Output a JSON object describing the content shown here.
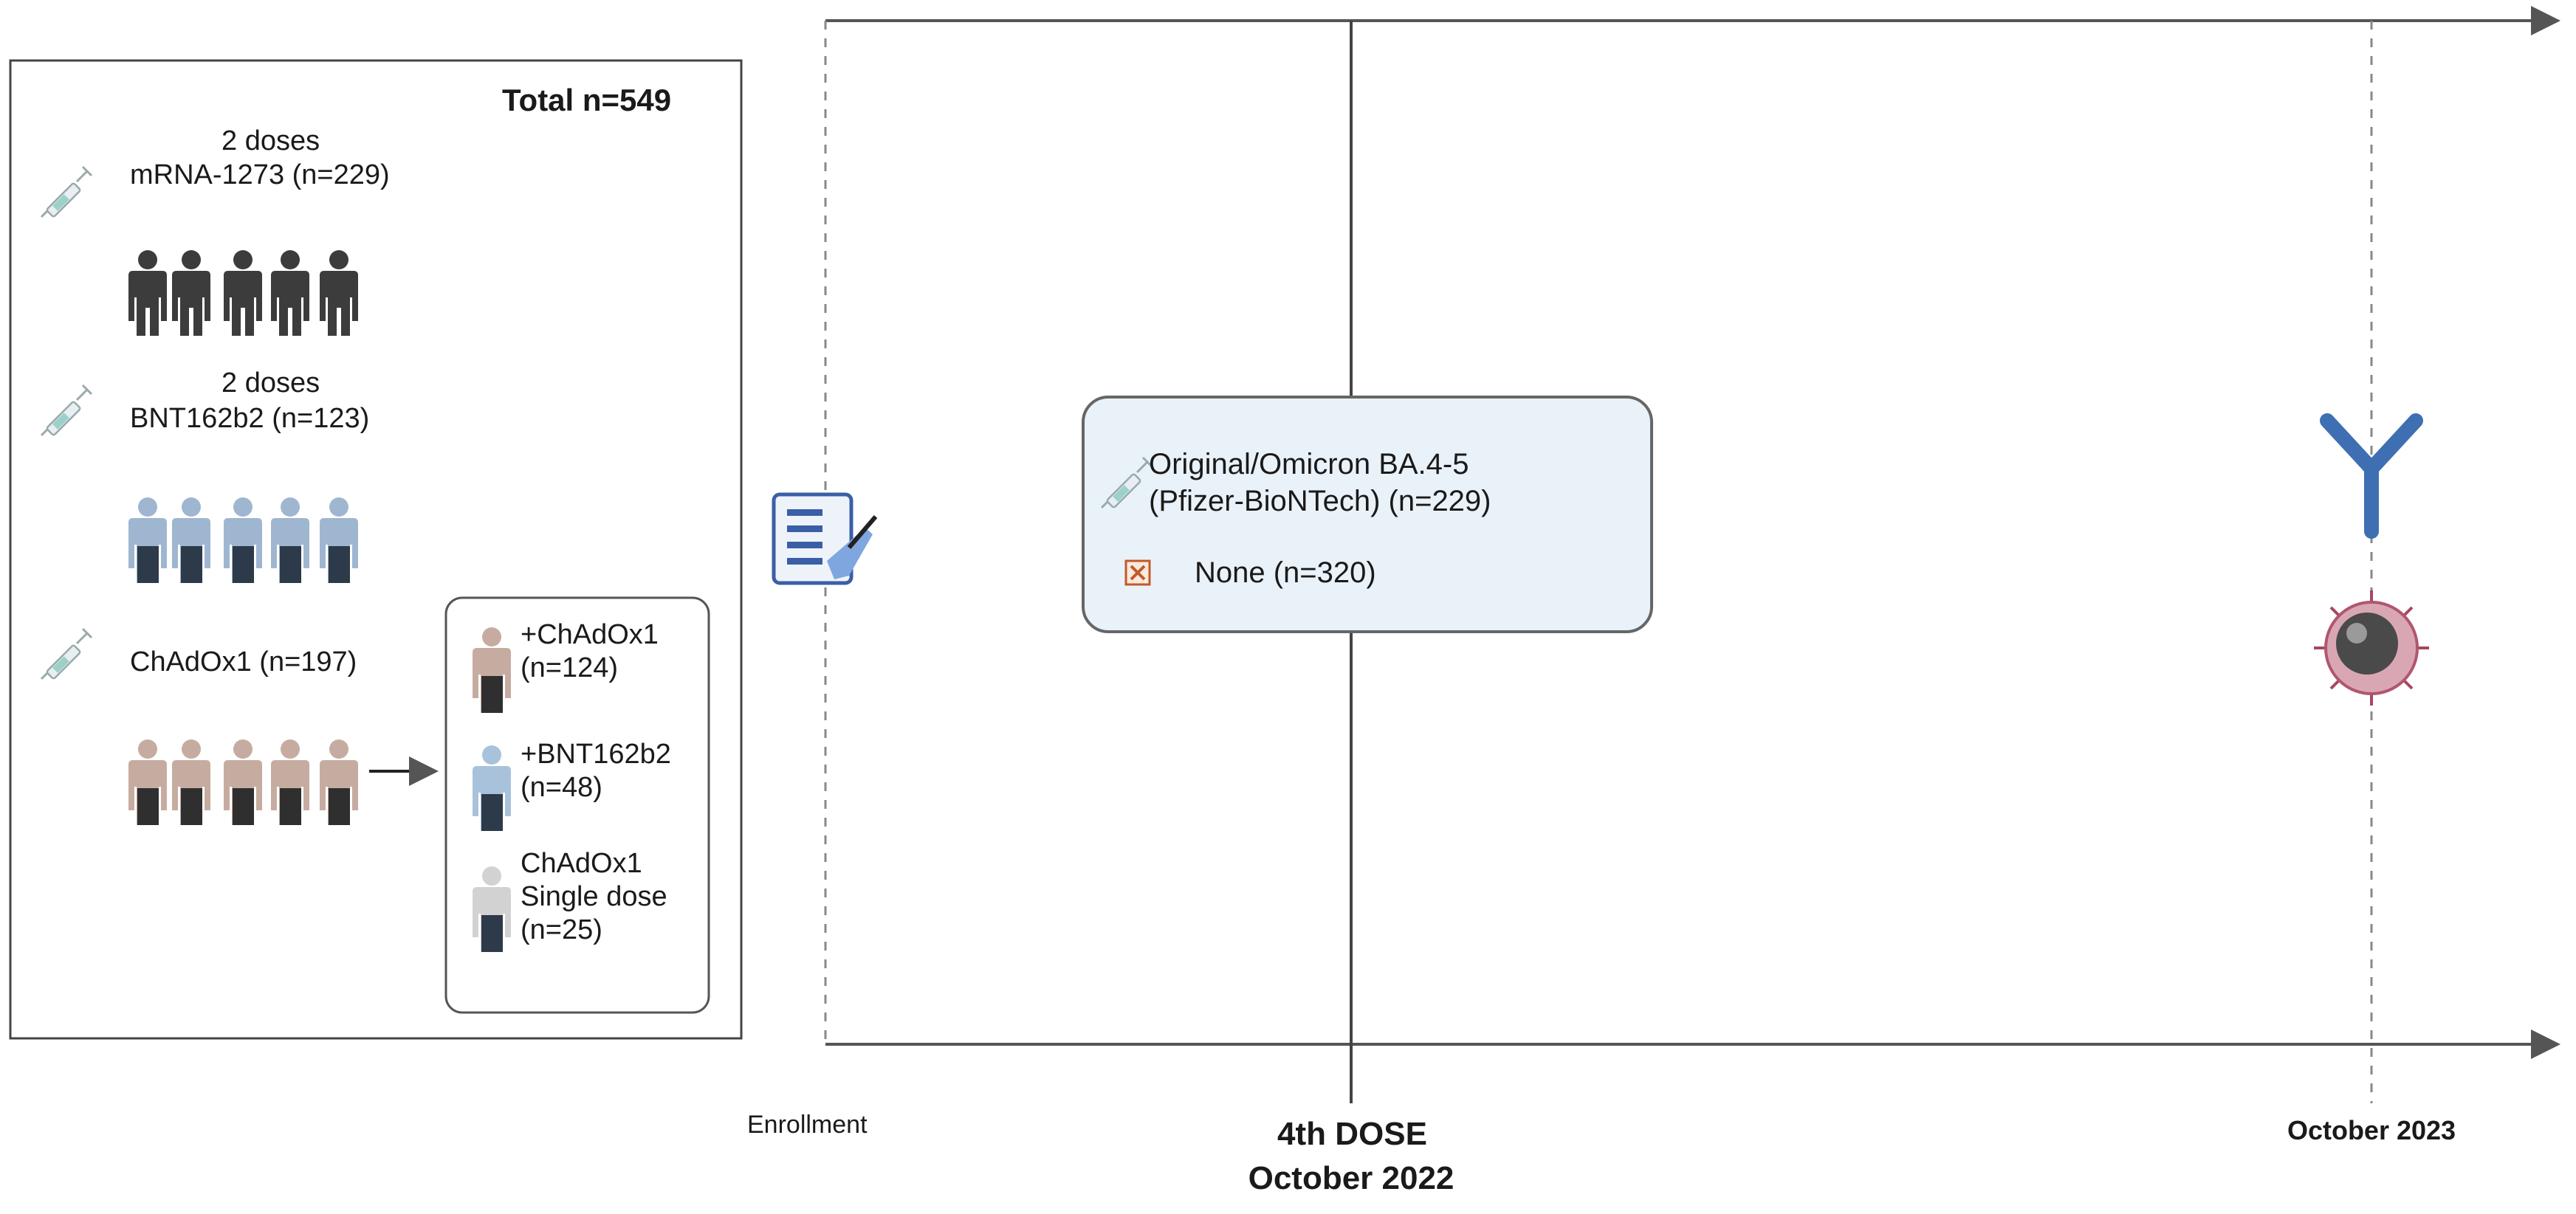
{
  "cohort_panel": {
    "total": "Total n=549",
    "groups": [
      {
        "doses": "2 doses",
        "vaccine": "mRNA-1273 (n=229)",
        "figure_color": "#3c3c3c"
      },
      {
        "doses": "2 doses",
        "vaccine": "BNT162b2 (n=123)",
        "figure_color": "#9fb6d0"
      },
      {
        "doses": "",
        "vaccine": "ChAdOx1 (n=197)",
        "figure_color": "#c6aca0"
      }
    ],
    "subgroups": [
      {
        "lines": [
          "+ChAdOx1",
          "(n=124)"
        ],
        "figure_color": "#c6aca0"
      },
      {
        "lines": [
          "+BNT162b2",
          "(n=48)"
        ],
        "figure_color": "#a9c2dc"
      },
      {
        "lines": [
          "ChAdOx1",
          "Single dose",
          "(n=25)"
        ],
        "figure_color": "#d2d2d2"
      }
    ]
  },
  "booster_box": {
    "line1": "Original/Omicron BA.4-5",
    "line2": "(Pfizer-BioNTech) (n=229)",
    "none_label": "None (n=320)",
    "fill_color": "#eaf2f9"
  },
  "timeline": {
    "enrollment": "Enrollment",
    "dose_title": "4th DOSE",
    "dose_date": "October 2022",
    "end_date": "October 2023"
  },
  "icons": {
    "syringe": "syringe-icon",
    "clipboard": "clipboard-signing-icon",
    "antibody": "antibody-icon",
    "cell": "immune-cell-icon",
    "none_marker": "x-box-icon"
  }
}
